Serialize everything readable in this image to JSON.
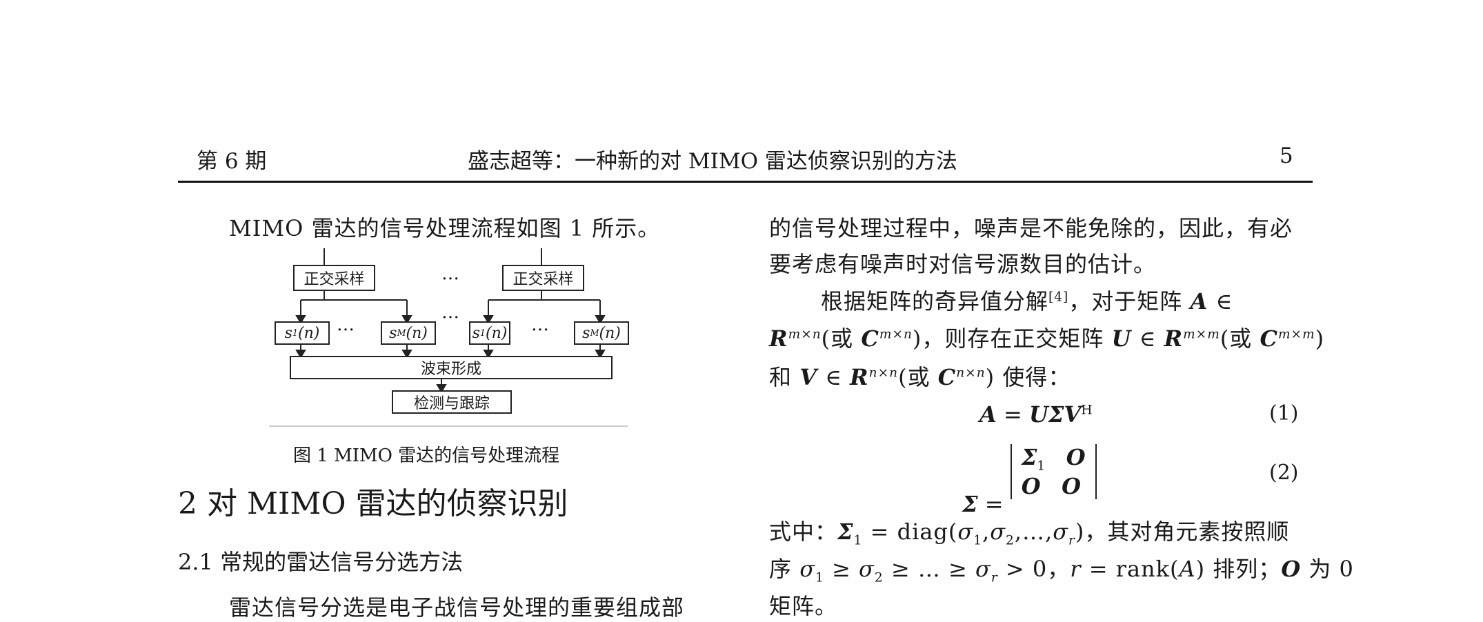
{
  "header": {
    "issue": "第 6 期",
    "title": "盛志超等：一种新的对 MIMO 雷达侦察识别的方法",
    "page": "5"
  },
  "left": {
    "intro": "MIMO 雷达的信号处理流程如图 1 所示。",
    "figure": {
      "box_sampling_1": "正交采样",
      "box_sampling_2": "正交采样",
      "box_s1_a": "s",
      "box_sM_a": "s",
      "box_s1_b": "s",
      "box_sM_b": "s",
      "box_beam": "波束形成",
      "box_detect": "检测与跟踪",
      "ellipsis": "…",
      "caption": "图 1 MIMO 雷达的信号处理流程"
    },
    "section_title": "2 对 MIMO 雷达的侦察识别",
    "subsection_title": "2.1 常规的雷达信号分选方法",
    "para_start": "雷达信号分选是电子战信号处理的重要组成部"
  },
  "right": {
    "line1": "的信号处理过程中，噪声是不能免除的，因此，有必",
    "line2": "要考虑有噪声时对信号源数目的估计。",
    "line3_a": "根据矩阵的奇异值分解",
    "line3_ref": "[4]",
    "line3_b": "，对于矩阵",
    "eq1_label": "(1)",
    "eq2_label": "(2)",
    "where_a": "式中：",
    "where_b": "，其对角元素按照顺",
    "order_a": "序",
    "order_b": "排列；",
    "order_c": "为 0",
    "last": "矩阵。"
  }
}
